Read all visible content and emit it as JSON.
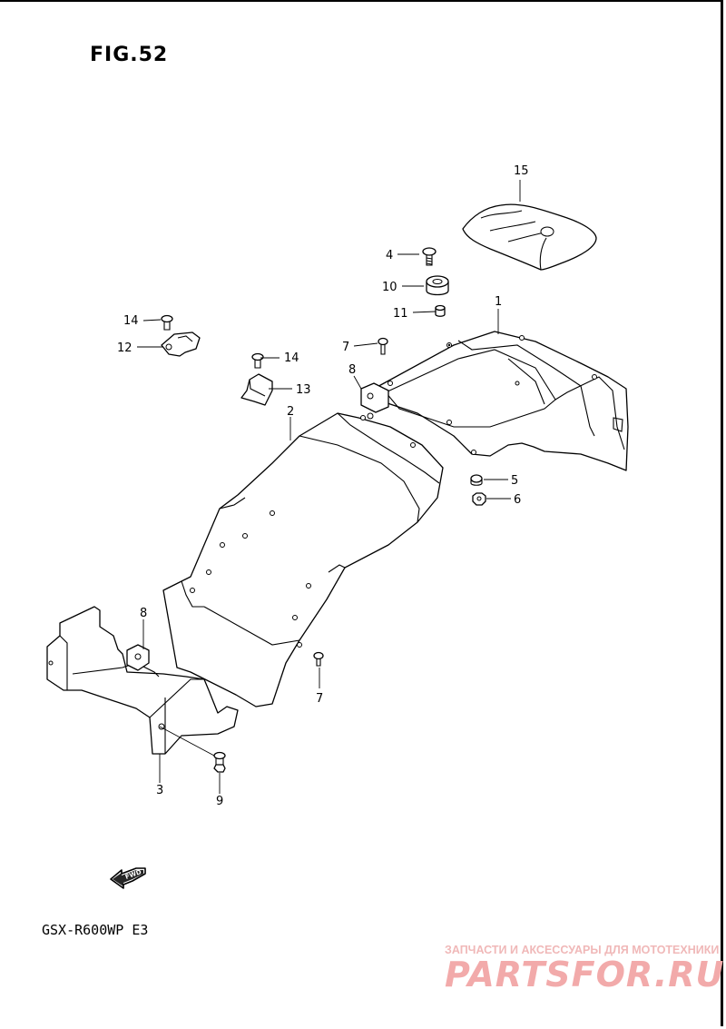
{
  "figure": {
    "title": "FIG.52"
  },
  "model": {
    "label": "GSX-R600WP  E3"
  },
  "fwd_arrow": {
    "label": "FWD",
    "icon": "fwd-arrow-icon"
  },
  "callouts": {
    "p1": "1",
    "p2": "2",
    "p3": "3",
    "p4": "4",
    "p5": "5",
    "p6": "6",
    "p7a": "7",
    "p7b": "7",
    "p8a": "8",
    "p8b": "8",
    "p9": "9",
    "p10": "10",
    "p11": "11",
    "p12": "12",
    "p13": "13",
    "p14a": "14",
    "p14b": "14",
    "p15": "15"
  },
  "watermark": {
    "subtitle": "ЗАПЧАСТИ И АКСЕССУАРЫ ДЛЯ МОТОТЕХНИКИ",
    "logo": "PARTSFOR.RU"
  },
  "colors": {
    "line": "#000000",
    "background": "#ffffff",
    "watermark": "#f2aaaa"
  }
}
